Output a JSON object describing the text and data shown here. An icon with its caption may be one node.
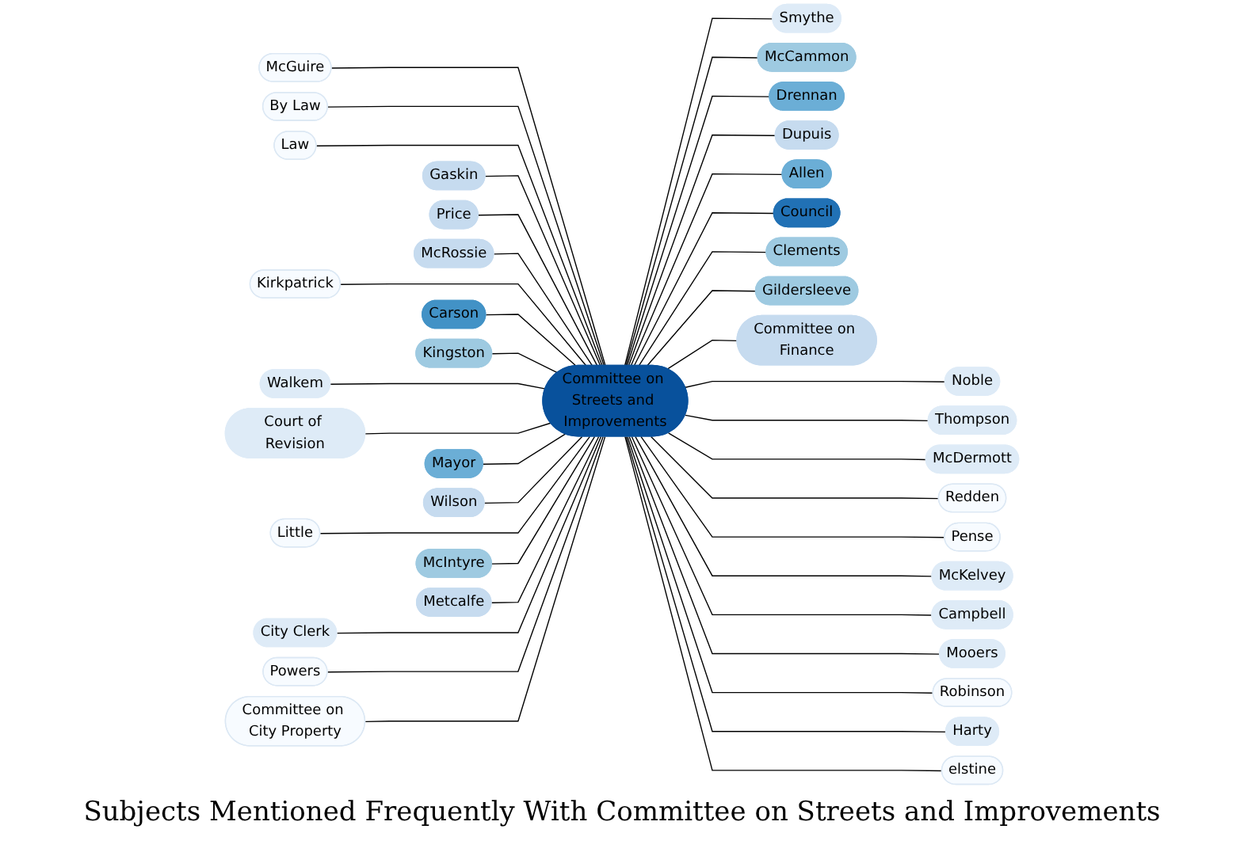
{
  "diagram": {
    "title": "Subjects Mentioned Frequently With Committee on Streets and Improvements",
    "nodes": [
      {
        "text": [
          "Committee on Streets and Improvements"
        ]
      },
      {
        "text": [
          "Noble"
        ]
      },
      {
        "text": [
          "McGuire"
        ]
      },
      {
        "text": [
          "By Law"
        ]
      },
      {
        "text": [
          "Thompson"
        ]
      },
      {
        "text": [
          "McDermott"
        ]
      },
      {
        "text": [
          "Smythe"
        ]
      },
      {
        "text": [
          "Law"
        ]
      },
      {
        "text": [
          "Redden"
        ]
      },
      {
        "text": [
          "Gaskin"
        ]
      },
      {
        "text": [
          "Price"
        ]
      },
      {
        "text": [
          "McRossie"
        ]
      },
      {
        "text": [
          "McCammon"
        ]
      },
      {
        "text": [
          "Pense"
        ]
      },
      {
        "text": [
          "Kirkpatrick"
        ]
      },
      {
        "text": [
          "Carson"
        ]
      },
      {
        "text": [
          "Drennan"
        ]
      },
      {
        "text": [
          "McKelvey"
        ]
      },
      {
        "text": [
          "Kingston"
        ]
      },
      {
        "text": [
          "Walkem"
        ]
      },
      {
        "text": [
          "Dupuis"
        ]
      },
      {
        "text": [
          "Court of Revision"
        ]
      },
      {
        "text": [
          "Allen"
        ]
      },
      {
        "text": [
          "Mayor"
        ]
      },
      {
        "text": [
          "Council"
        ]
      },
      {
        "text": [
          "Campbell"
        ]
      },
      {
        "text": [
          "Wilson"
        ]
      },
      {
        "text": [
          "Clements"
        ]
      },
      {
        "text": [
          "Little"
        ]
      },
      {
        "text": [
          "Mooers"
        ]
      },
      {
        "text": [
          "McIntyre"
        ]
      },
      {
        "text": [
          "Gildersleeve"
        ]
      },
      {
        "text": [
          "Metcalfe"
        ]
      },
      {
        "text": [
          "City Clerk"
        ]
      },
      {
        "text": [
          "Robinson"
        ]
      },
      {
        "text": [
          "Committee on Finance"
        ]
      },
      {
        "text": [
          "Harty"
        ]
      },
      {
        "text": [
          "Powers"
        ]
      },
      {
        "text": [
          "Committee on City Property"
        ]
      },
      {
        "text": [
          "elstine"
        ]
      }
    ],
    "edges": [
      {
        "from": 0,
        "to": 1,
        "arrow": "none"
      },
      {
        "from": 2,
        "to": 0,
        "arrow": "none"
      },
      {
        "from": 3,
        "to": 0,
        "arrow": "none"
      },
      {
        "from": 0,
        "to": 4,
        "arrow": "none"
      },
      {
        "from": 0,
        "to": 5,
        "arrow": "none"
      },
      {
        "from": 0,
        "to": 6,
        "arrow": "none"
      },
      {
        "from": 7,
        "to": 0,
        "arrow": "none"
      },
      {
        "from": 0,
        "to": 8,
        "arrow": "none"
      },
      {
        "from": 9,
        "to": 0,
        "arrow": "none"
      },
      {
        "from": 10,
        "to": 0,
        "arrow": "none"
      },
      {
        "from": 11,
        "to": 0,
        "arrow": "none"
      },
      {
        "from": 0,
        "to": 12,
        "arrow": "none"
      },
      {
        "from": 0,
        "to": 13,
        "arrow": "none"
      },
      {
        "from": 14,
        "to": 0,
        "arrow": "none"
      },
      {
        "from": 15,
        "to": 0,
        "arrow": "none"
      },
      {
        "from": 0,
        "to": 16,
        "arrow": "none"
      },
      {
        "from": 0,
        "to": 17,
        "arrow": "none"
      },
      {
        "from": 18,
        "to": 0,
        "arrow": "none"
      },
      {
        "from": 19,
        "to": 0,
        "arrow": "none"
      },
      {
        "from": 0,
        "to": 20,
        "arrow": "none"
      },
      {
        "from": 21,
        "to": 0,
        "arrow": "none"
      },
      {
        "from": 0,
        "to": 22,
        "arrow": "none"
      },
      {
        "from": 23,
        "to": 0,
        "arrow": "none"
      },
      {
        "from": 0,
        "to": 24,
        "arrow": "none"
      },
      {
        "from": 0,
        "to": 25,
        "arrow": "none"
      },
      {
        "from": 26,
        "to": 0,
        "arrow": "none"
      },
      {
        "from": 0,
        "to": 27,
        "arrow": "none"
      },
      {
        "from": 28,
        "to": 0,
        "arrow": "none"
      },
      {
        "from": 0,
        "to": 29,
        "arrow": "none"
      },
      {
        "from": 30,
        "to": 0,
        "arrow": "none"
      },
      {
        "from": 0,
        "to": 31,
        "arrow": "none"
      },
      {
        "from": 32,
        "to": 0,
        "arrow": "none"
      },
      {
        "from": 33,
        "to": 0,
        "arrow": "none"
      },
      {
        "from": 0,
        "to": 34,
        "arrow": "none"
      },
      {
        "from": 0,
        "to": 35,
        "arrow": "none"
      },
      {
        "from": 0,
        "to": 36,
        "arrow": "none"
      },
      {
        "from": 37,
        "to": 0,
        "arrow": "none"
      },
      {
        "from": 38,
        "to": 0,
        "arrow": "none"
      },
      {
        "from": 0,
        "to": 39,
        "arrow": "none"
      }
    ]
  }
}
